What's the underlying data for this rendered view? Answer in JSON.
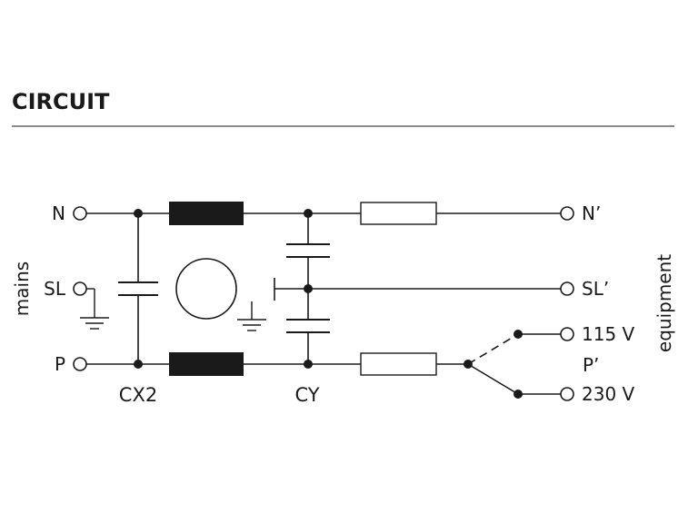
{
  "title": "CIRCUIT",
  "side_labels": {
    "left": "mains",
    "right": "equipment"
  },
  "terminals": {
    "n_in": "N",
    "sl_in": "SL",
    "p_in": "P",
    "n_out": "N’",
    "sl_out": "SL’",
    "p_out": "P’",
    "v115": "115 V",
    "v230": "230 V"
  },
  "components": {
    "cx2": "CX2",
    "cy": "CY"
  }
}
